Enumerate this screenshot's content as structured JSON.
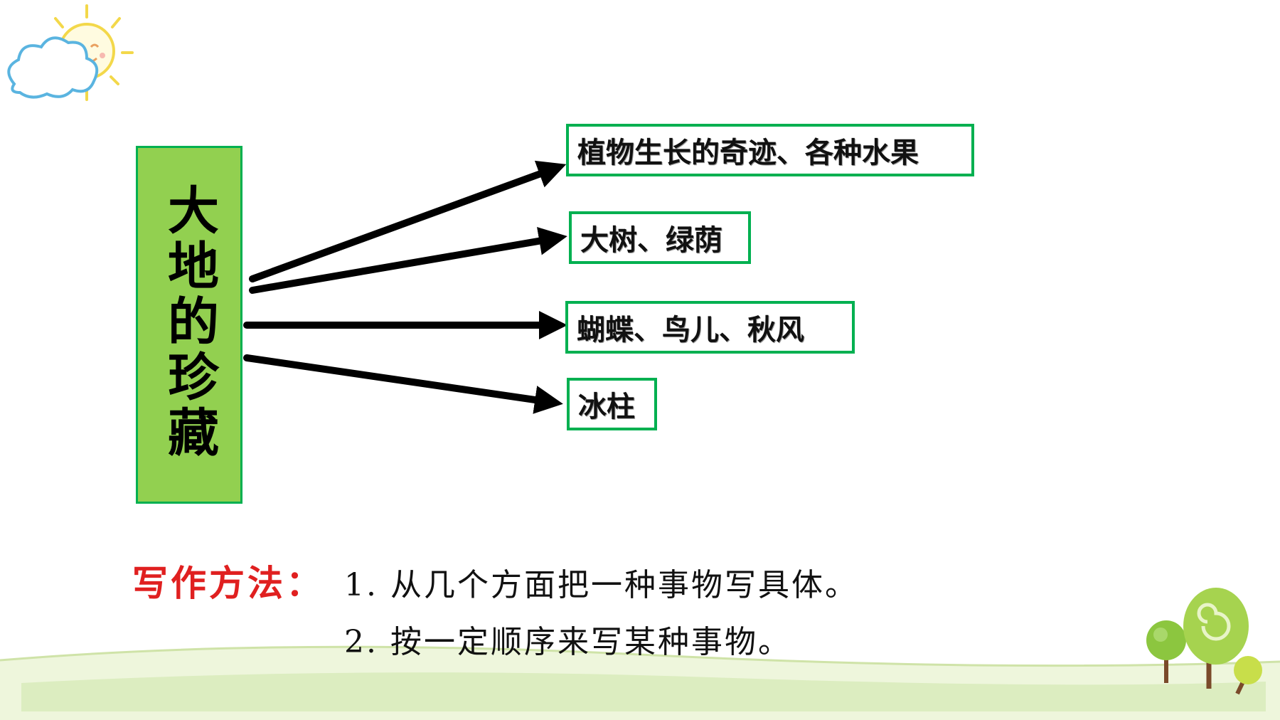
{
  "diagram": {
    "center": "大地的珍藏",
    "branches": [
      "植物生长的奇迹、各种水果",
      "大树、绿荫",
      "蝴蝶、鸟儿、秋风",
      "冰柱"
    ]
  },
  "methods": {
    "label": "写作方法：",
    "items": [
      "1. 从几个方面把一种事物写具体。",
      "2. 按一定顺序来写某种事物。"
    ]
  },
  "colors": {
    "box_fill": "#92d050",
    "box_border": "#00b050",
    "label_red": "#e02020"
  }
}
